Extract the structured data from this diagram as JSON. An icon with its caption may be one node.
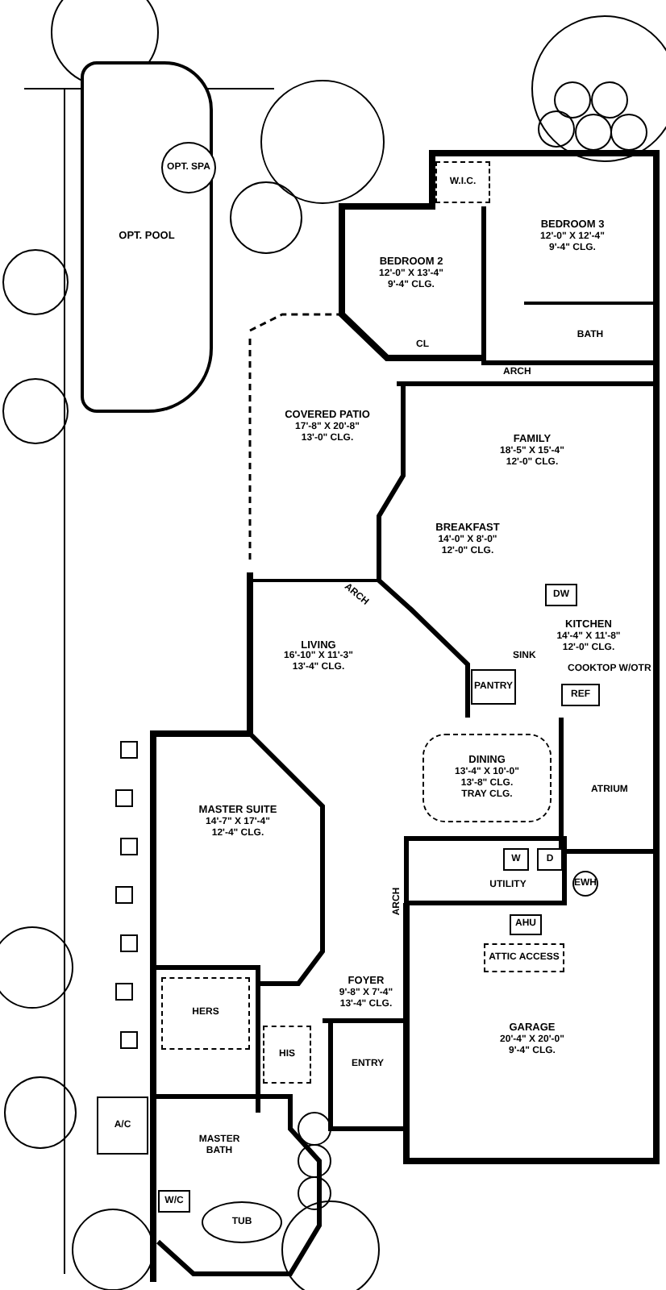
{
  "diagram": {
    "nodes": [
      {
        "text": [
          "OPT. POOL"
        ]
      },
      {
        "text": [
          "OPT. SPA"
        ],
        "in": 0
      },
      {
        "text": [
          "W.I.C."
        ]
      },
      {
        "text": [
          "BEDROOM 3",
          "12'-0\" X 12'-4\"",
          "9'-4\" CLG."
        ]
      },
      {
        "text": [
          "BEDROOM 2",
          "12'-0\" X 13'-4\"",
          "9'-4\" CLG."
        ]
      },
      {
        "text": [
          "BATH"
        ]
      },
      {
        "text": [
          "COVERED PATIO",
          "17'-8\" X 20'-8\"",
          "13'-0\" CLG."
        ]
      },
      {
        "text": [
          "FAMILY",
          "18'-5\" X 15'-4\"",
          "12'-0\" CLG."
        ]
      },
      {
        "text": [
          "BREAKFAST",
          "14'-0\" X 8'-0\"",
          "12'-0\" CLG."
        ]
      },
      {
        "text": [
          "DW"
        ]
      },
      {
        "text": [
          "LIVING",
          "16'-10\" X 11'-3\"",
          "13'-4\" CLG."
        ]
      },
      {
        "text": [
          "KITCHEN",
          "14'-4\" X 11'-8\"",
          "12'-0\" CLG."
        ]
      },
      {
        "text": [
          "PANTRY"
        ]
      },
      {
        "text": [
          "REF"
        ]
      },
      {
        "text": [
          "DINING",
          "13'-4\" X 10'-0\"",
          "13'-8\" CLG.",
          "TRAY CLG."
        ]
      },
      {
        "text": [
          "ATRIUM"
        ]
      },
      {
        "text": [
          "MASTER SUITE",
          "14'-7\" X 17'-4\"",
          "12'-4\" CLG."
        ]
      },
      {
        "text": [
          "W"
        ]
      },
      {
        "text": [
          "D"
        ]
      },
      {
        "text": [
          "UTILITY"
        ]
      },
      {
        "text": [
          "EWH"
        ]
      },
      {
        "text": [
          "AHU"
        ]
      },
      {
        "text": [
          "ATTIC ACCESS"
        ]
      },
      {
        "text": [
          "FOYER",
          "9'-8\" X 7'-4\"",
          "13'-4\" CLG."
        ]
      },
      {
        "text": [
          "GARAGE",
          "20'-4\" X 20'-0\"",
          "9'-4\" CLG."
        ]
      },
      {
        "text": [
          "HERS"
        ]
      },
      {
        "text": [
          "HIS"
        ]
      },
      {
        "text": [
          "ENTRY"
        ]
      },
      {
        "text": [
          "A/C"
        ]
      },
      {
        "text": [
          "MASTER BATH"
        ]
      },
      {
        "text": [
          "W/C"
        ]
      },
      {
        "text": [
          "TUB"
        ]
      }
    ],
    "labels": [
      "CL",
      "ARCH",
      "ARCH",
      "SINK",
      "COOKTOP W/OTR",
      "ARCH"
    ]
  }
}
